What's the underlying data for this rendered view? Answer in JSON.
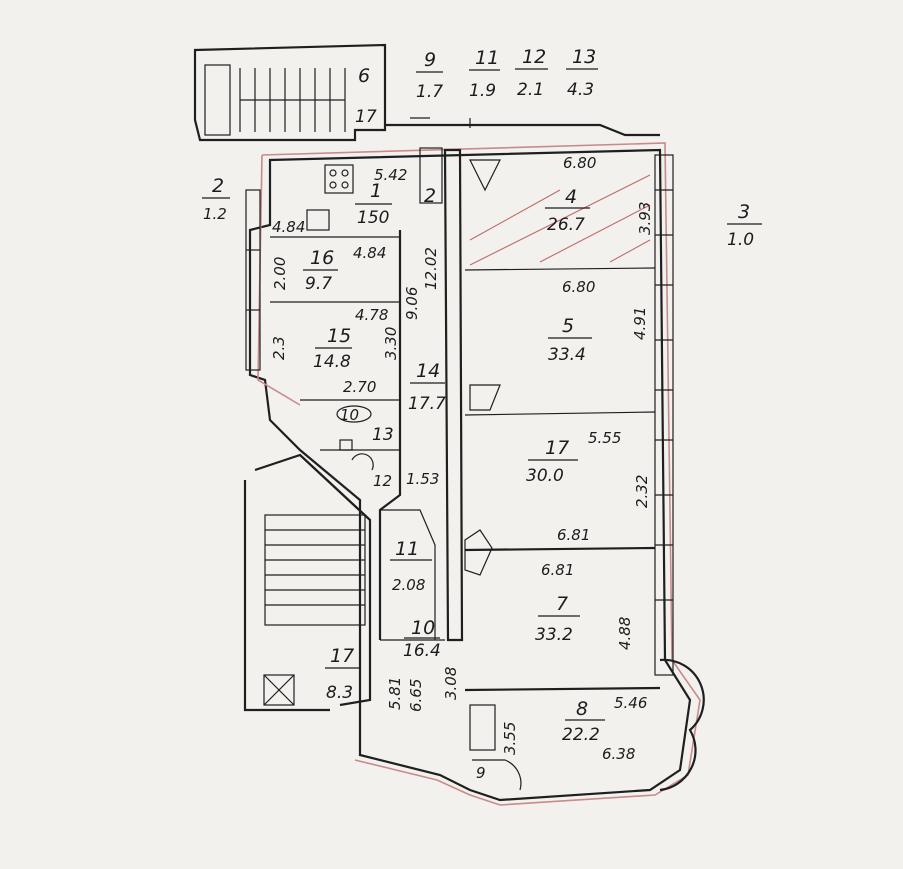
{
  "outside_labels": [
    {
      "id": "top-9",
      "num": "9",
      "area": "1.7"
    },
    {
      "id": "top-11",
      "num": "11",
      "area": "1.9"
    },
    {
      "id": "top-12",
      "num": "12",
      "area": "2.1"
    },
    {
      "id": "top-13",
      "num": "13",
      "area": "4.3"
    },
    {
      "id": "left-2",
      "num": "2",
      "area": "1.2"
    },
    {
      "id": "right-3",
      "num": "3",
      "area": "1.0"
    }
  ],
  "rooms": [
    {
      "id": "r6",
      "num": "6",
      "area": "17"
    },
    {
      "id": "r1",
      "num": "1",
      "area": "150"
    },
    {
      "id": "r2",
      "num": "2",
      "area": ""
    },
    {
      "id": "r4",
      "num": "4",
      "area": "26.7"
    },
    {
      "id": "r16",
      "num": "16",
      "area": "9.7"
    },
    {
      "id": "r15",
      "num": "15",
      "area": "14.8"
    },
    {
      "id": "r5",
      "num": "5",
      "area": "33.4"
    },
    {
      "id": "r14",
      "num": "14",
      "area": "17.7"
    },
    {
      "id": "r17a",
      "num": "17",
      "area": "30.0"
    },
    {
      "id": "r11",
      "num": "11",
      "area": "2.08"
    },
    {
      "id": "r7",
      "num": "7",
      "area": "33.2"
    },
    {
      "id": "r10",
      "num": "10",
      "area": "16.4"
    },
    {
      "id": "r17b",
      "num": "17",
      "area": "8.3"
    },
    {
      "id": "r8",
      "num": "8",
      "area": "22.2"
    }
  ],
  "small_labels": [
    "10",
    "13",
    "12",
    "9"
  ],
  "dimensions": [
    "5.42",
    "6.80",
    "3.93",
    "4.84",
    "4.84",
    "2.00",
    "12.02",
    "6.80",
    "4.78",
    "9.06",
    "2.3",
    "3.30",
    "4.91",
    "2.70",
    "5.55",
    "1.53",
    "2.32",
    "6.81",
    "6.81",
    "4.88",
    "5.46",
    "3.55",
    "6.38",
    "5.81",
    "6.65",
    "3.08"
  ]
}
